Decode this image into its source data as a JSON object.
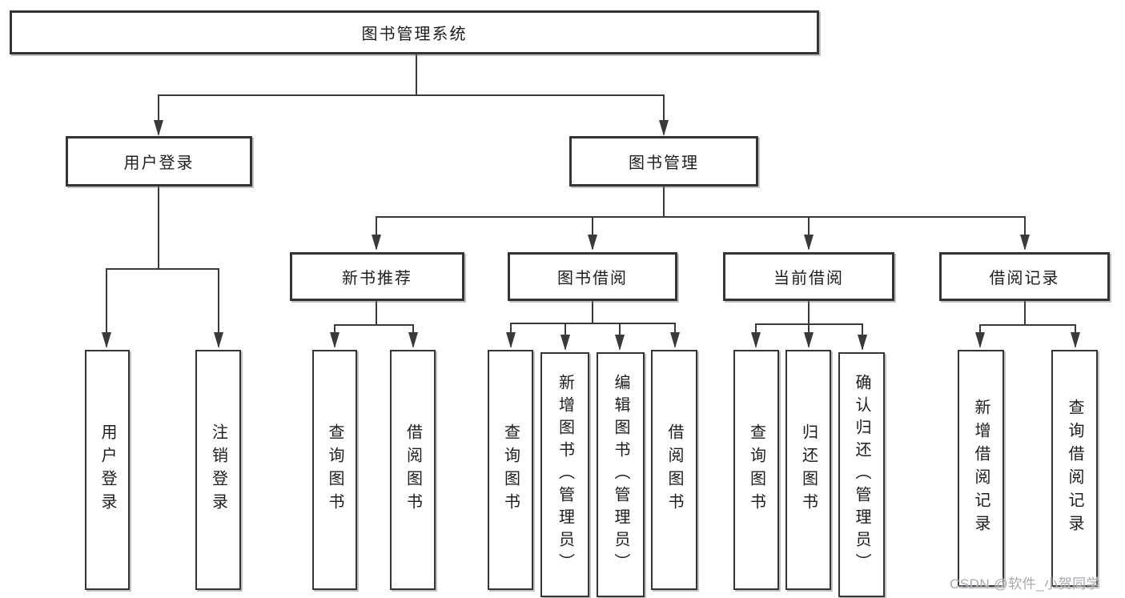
{
  "diagram_type": "functional-structure-tree",
  "colors": {
    "background": "#ffffff",
    "box_border": "#343434",
    "connector_line": "#3a3a3a",
    "text": "#1d1d1f",
    "watermark_text": "#a6a9ae"
  },
  "tree": {
    "label": "图书管理系统",
    "children": [
      {
        "label": "用户登录",
        "children": [
          {
            "label": "用户登录"
          },
          {
            "label": "注销登录"
          }
        ]
      },
      {
        "label": "图书管理",
        "children": [
          {
            "label": "新书推荐",
            "children": [
              {
                "label": "查询图书"
              },
              {
                "label": "借阅图书"
              }
            ]
          },
          {
            "label": "图书借阅",
            "children": [
              {
                "label": "查询图书"
              },
              {
                "label": "新增图书（管理员）"
              },
              {
                "label": "编辑图书（管理员）"
              },
              {
                "label": "借阅图书"
              }
            ]
          },
          {
            "label": "当前借阅",
            "children": [
              {
                "label": "查询图书"
              },
              {
                "label": "归还图书"
              },
              {
                "label": "确认归还（管理员）"
              }
            ]
          },
          {
            "label": "借阅记录",
            "children": [
              {
                "label": "新增借阅记录"
              },
              {
                "label": "查询借阅记录"
              }
            ]
          }
        ]
      }
    ]
  },
  "watermark": {
    "text": "CSDN @软件_小贺同学"
  }
}
